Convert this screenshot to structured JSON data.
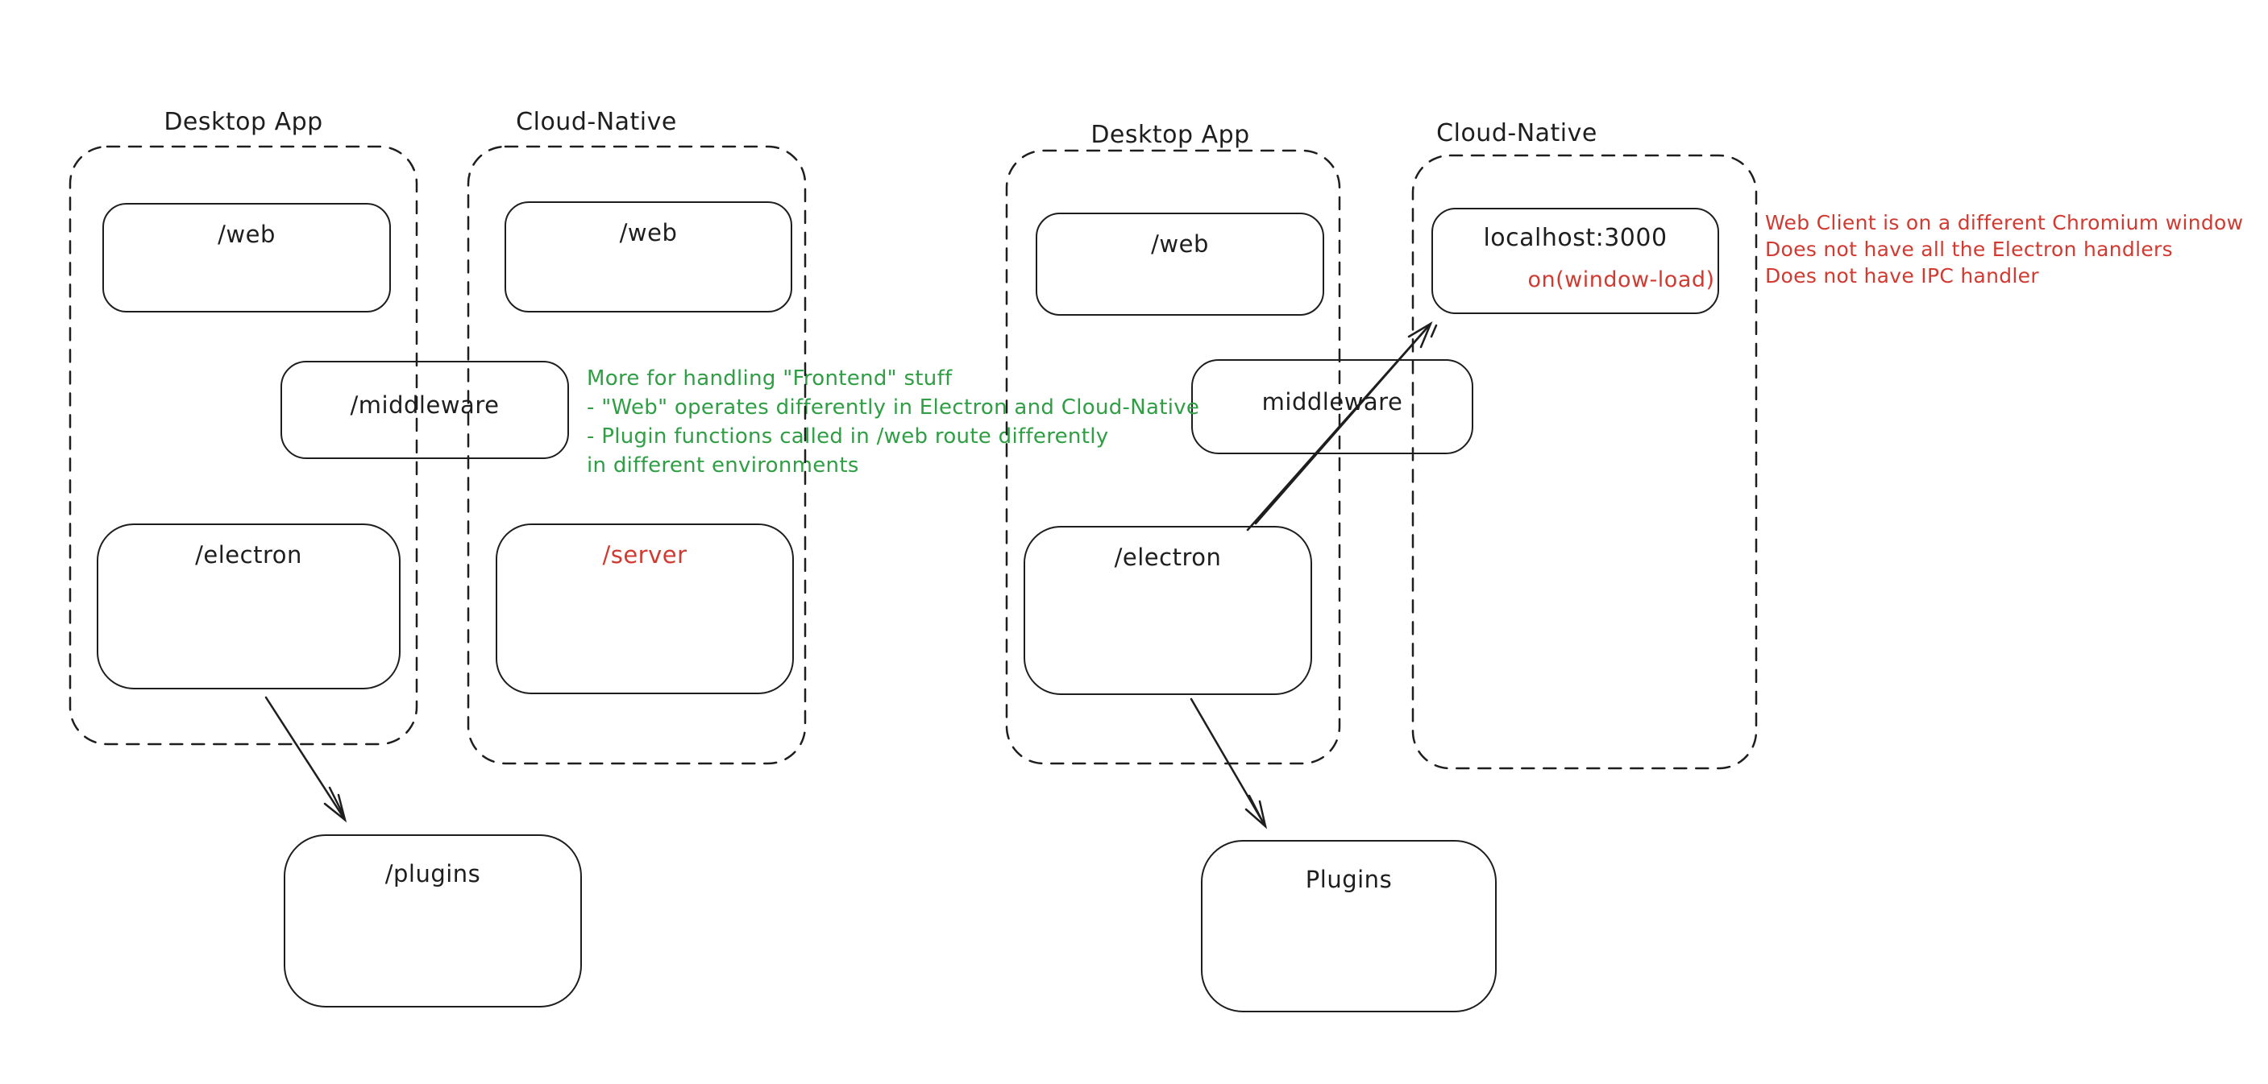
{
  "colors": {
    "ink": "#1e1e1e",
    "green": "#2f9e44",
    "red": "#d13a31",
    "background": "#ffffff"
  },
  "left_diagram": {
    "desktop_app_label": "Desktop App",
    "cloud_native_label": "Cloud-Native",
    "desktop_app": {
      "web": "/web",
      "electron": "/electron"
    },
    "cloud_native": {
      "web": "/web",
      "server": "/server"
    },
    "middleware_label": "/middleware",
    "plugins_label": "/plugins",
    "green_note_lines": [
      "More for handling \"Frontend\" stuff",
      "- \"Web\" operates differently in Electron and Cloud-Native",
      "- Plugin functions called in /web route differently",
      "in different environments"
    ]
  },
  "right_diagram": {
    "desktop_app_label": "Desktop App",
    "cloud_native_label": "Cloud-Native",
    "desktop_app": {
      "web": "/web",
      "electron": "/electron"
    },
    "cloud_native": {
      "localhost": "localhost:3000",
      "on_window_load": "on(window-load)"
    },
    "middleware_label": "middleware",
    "plugins_label": "Plugins",
    "red_note_lines": [
      "Web Client is on a different Chromium window",
      "Does not have all the Electron handlers",
      "Does not have IPC handler"
    ]
  }
}
